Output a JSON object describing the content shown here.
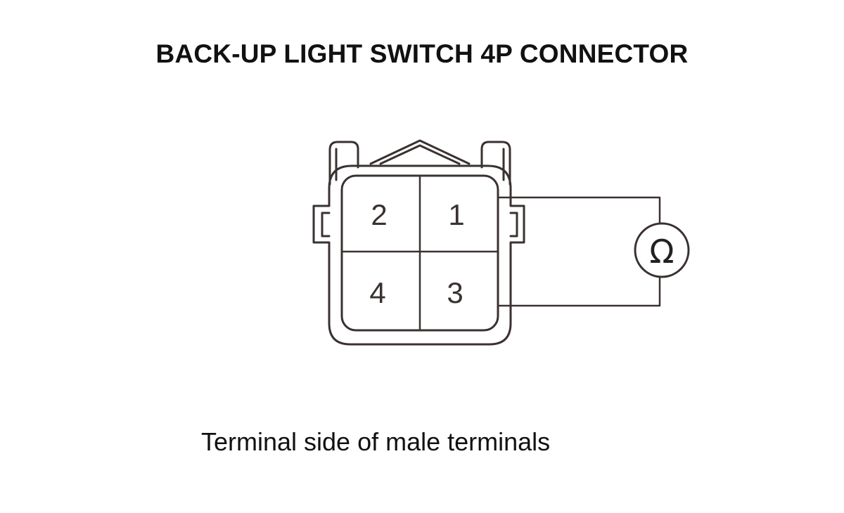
{
  "title": "BACK-UP LIGHT SWITCH 4P CONNECTOR",
  "connector": {
    "pin_count": 4,
    "terminals": [
      {
        "label": "2"
      },
      {
        "label": "1"
      },
      {
        "label": "4"
      },
      {
        "label": "3"
      }
    ],
    "measurement": {
      "instrument_icon": "ohmmeter-icon",
      "symbol": "Ω",
      "between_terminals": [
        "1",
        "3"
      ]
    }
  },
  "caption": "Terminal side of male terminals",
  "colors": {
    "line": "#3a3230",
    "text": "#111111",
    "background": "#ffffff"
  }
}
